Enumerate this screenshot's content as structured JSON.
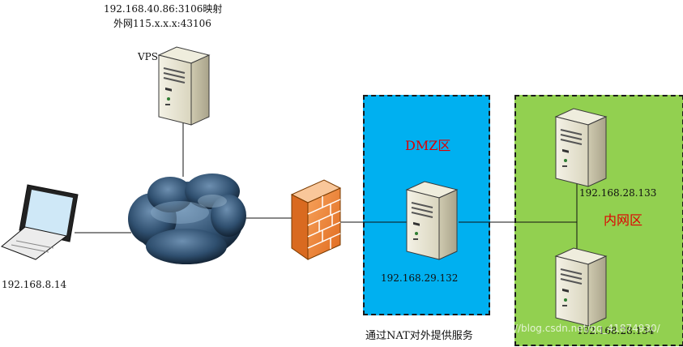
{
  "labels": {
    "vps_ip": "192.168.40.86:3106映射",
    "vps_public": "外网115.x.x.x:43106",
    "vps_name": "VPS",
    "laptop_ip": "192.168.8.14",
    "dmz_title": "DMZ区",
    "dmz_server_ip": "192.168.29.132",
    "intranet_title": "内网区",
    "intranet_server1_ip": "192.168.28.133",
    "intranet_server2_ip": "192.168.28.134",
    "caption": "通过NAT对外提供服务",
    "watermark": "https://blog.csdn.net/qq_41874930/"
  },
  "colors": {
    "dmz_zone": "#00b0f0",
    "intranet_zone": "#92d050",
    "zone_title": "#e00000"
  },
  "icons": [
    "server-icon",
    "laptop-icon",
    "cloud-icon",
    "firewall-icon"
  ]
}
